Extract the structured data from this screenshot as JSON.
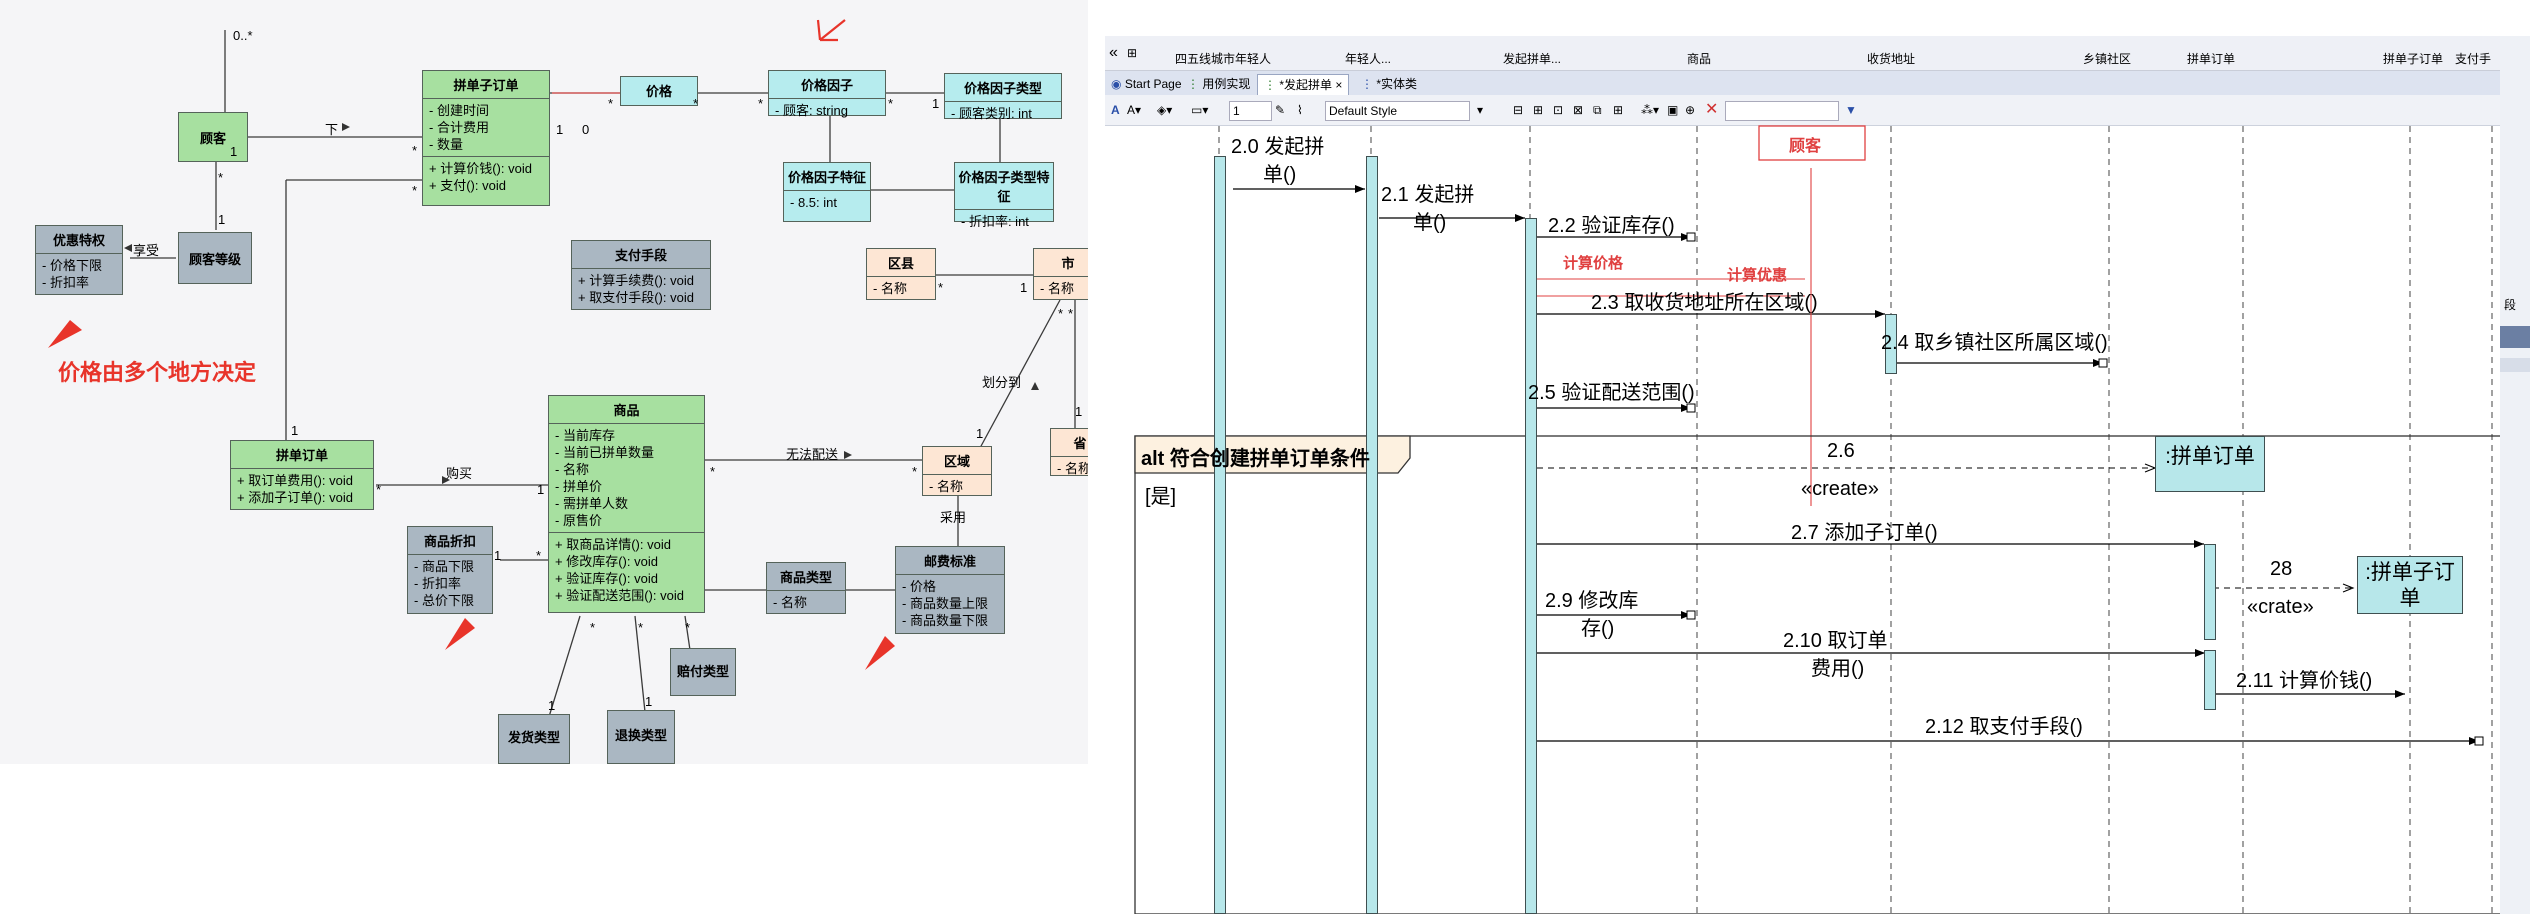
{
  "class_diagram": {
    "multiplicity_top": "0..*",
    "customer": "顾客",
    "customer_level": "顾客等级",
    "discount_privilege": {
      "title": "优惠特权",
      "attrs": [
        "价格下限",
        "折扣率"
      ]
    },
    "enjoy_label": "享受",
    "order_label": "下",
    "sub_order": {
      "title": "拼单子订单",
      "attrs": [
        "创建时间",
        "合计费用",
        "数量"
      ],
      "ops": [
        "计算价钱(): void",
        "支付(): void"
      ]
    },
    "price": "价格",
    "price_factor": {
      "title": "价格因子",
      "attrs": [
        "顾客: string"
      ]
    },
    "price_factor_type": {
      "title": "价格因子类型",
      "attrs": [
        "顾客类别: int"
      ]
    },
    "price_factor_feature": {
      "title": "价格因子特征",
      "attrs": [
        "8.5: int"
      ]
    },
    "price_factor_type_feature": {
      "title": "价格因子类型特征",
      "attrs": [
        "折扣率: int"
      ]
    },
    "payment_method": {
      "title": "支付手段",
      "ops": [
        "计算手续费(): void",
        "取支付手段(): void"
      ]
    },
    "district": {
      "title": "区县",
      "attrs": [
        "名称"
      ]
    },
    "city": {
      "title": "市",
      "attrs": [
        "名称"
      ]
    },
    "province": {
      "title": "省",
      "attrs": [
        "名称"
      ]
    },
    "division_label": "划分到",
    "region": {
      "title": "区域",
      "attrs": [
        "名称"
      ]
    },
    "group_order": {
      "title": "拼单订单",
      "ops": [
        "取订单费用(): void",
        "添加子订单(): void"
      ]
    },
    "buy_label": "购买",
    "product": {
      "title": "商品",
      "attrs": [
        "当前库存",
        "当前已拼单数量",
        "名称",
        "拼单价",
        "需拼单人数",
        "原售价"
      ],
      "ops": [
        "取商品详情(): void",
        "修改库存(): void",
        "验证库存(): void",
        "验证配送范围(): void"
      ]
    },
    "no_delivery_label": "无法配送",
    "adopt_label": "采用",
    "product_discount": {
      "title": "商品折扣",
      "attrs": [
        "商品下限",
        "折扣率",
        "总价下限"
      ]
    },
    "product_type": {
      "title": "商品类型",
      "attrs": [
        "名称"
      ]
    },
    "postage_standard": {
      "title": "邮费标准",
      "attrs": [
        "价格",
        "商品数量上限",
        "商品数量下限"
      ]
    },
    "compensation_type": "赔付类型",
    "shipping_type": "发货类型",
    "return_type": "退换类型",
    "price_note": "价格由多个地方决定",
    "mult": {
      "one": "1",
      "star": "*",
      "zero": "0"
    }
  },
  "sequence_diagram": {
    "lifeline_headers": [
      "四五线城市年轻人",
      "年轻人...",
      "发起拼单...",
      "商品",
      "收货地址",
      "乡镇社区",
      "拼单订单",
      "拼单子订单",
      "支付手"
    ],
    "doc_tabs": [
      "Start Page",
      "用例实现",
      "*发起拼单",
      "*实体类"
    ],
    "toolbar_style": "Default Style",
    "messages": {
      "m20a": "2.0 发起拼",
      "m20b": "单()",
      "m21a": "2.1 发起拼",
      "m21b": "单()",
      "m22": "2.2 验证库存()",
      "calc_price": "计算价格",
      "calc_discount": "计算优惠",
      "customer_note": "顾客",
      "m23": "2.3 取收货地址所在区域()",
      "m24": "2.4 取乡镇社区所属区域()",
      "m25": "2.5 验证配送范围()",
      "alt_title": "alt 符合创建拼单订单条件",
      "guard": "[是]",
      "m26": "2.6",
      "create1": "«create»",
      "obj_group_order": ":拼单订单",
      "m27": "2.7 添加子订单()",
      "m28": "28",
      "create2": "«crate»",
      "obj_sub_order_a": ":拼单子订",
      "obj_sub_order_b": "单",
      "m29a": "2.9 修改库",
      "m29b": "存()",
      "m210a": "2.10 取订单",
      "m210b": "费用()",
      "m211": "2.11 计算价钱()",
      "m212": "2.12 取支付手段()",
      "side_label": "段"
    }
  }
}
